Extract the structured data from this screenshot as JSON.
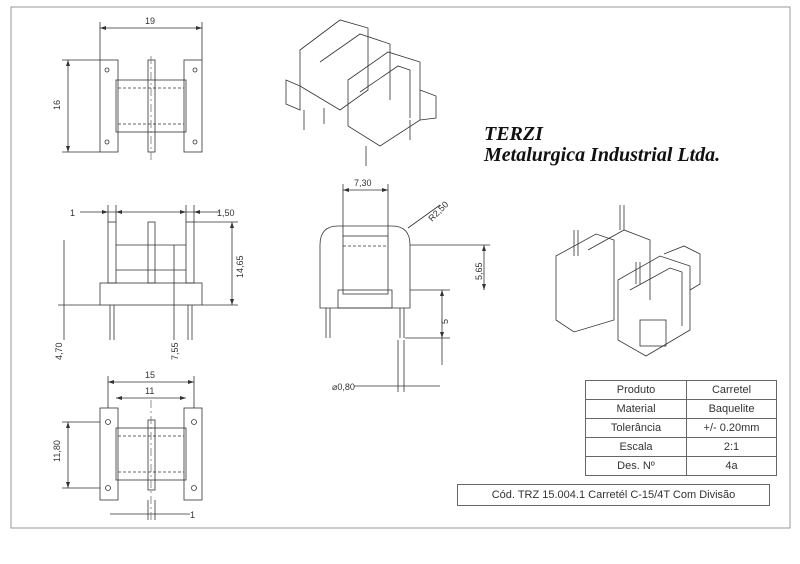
{
  "company": {
    "name": "TERZI",
    "subtitle": "Metalurgica Industrial Ltda."
  },
  "dimensions": {
    "width_top": "19",
    "height_left": "16",
    "pin_offset": "1",
    "flange": "1,50",
    "height_total": "14,65",
    "pin_length": "4,70",
    "center_gap": "7,55",
    "inner_width": "7,30",
    "radius": "R2,50",
    "upper_height": "5,65",
    "lower_height": "5",
    "pin_diameter": "⌀0,80",
    "width_bottom": "15",
    "inner_bottom": "11",
    "height_bottom": "11,80",
    "pin_bottom": "1"
  },
  "title_block": {
    "rows": [
      {
        "key": "Produto",
        "value": "Carretel"
      },
      {
        "key": "Material",
        "value": "Baquelite"
      },
      {
        "key": "Tolerância",
        "value": "+/- 0.20mm"
      },
      {
        "key": "Escala",
        "value": "2:1"
      },
      {
        "key": "Des. Nº",
        "value": "4a"
      }
    ],
    "code": "Cód. TRZ 15.004.1 Carretél C-15/4T Com Divisão"
  }
}
